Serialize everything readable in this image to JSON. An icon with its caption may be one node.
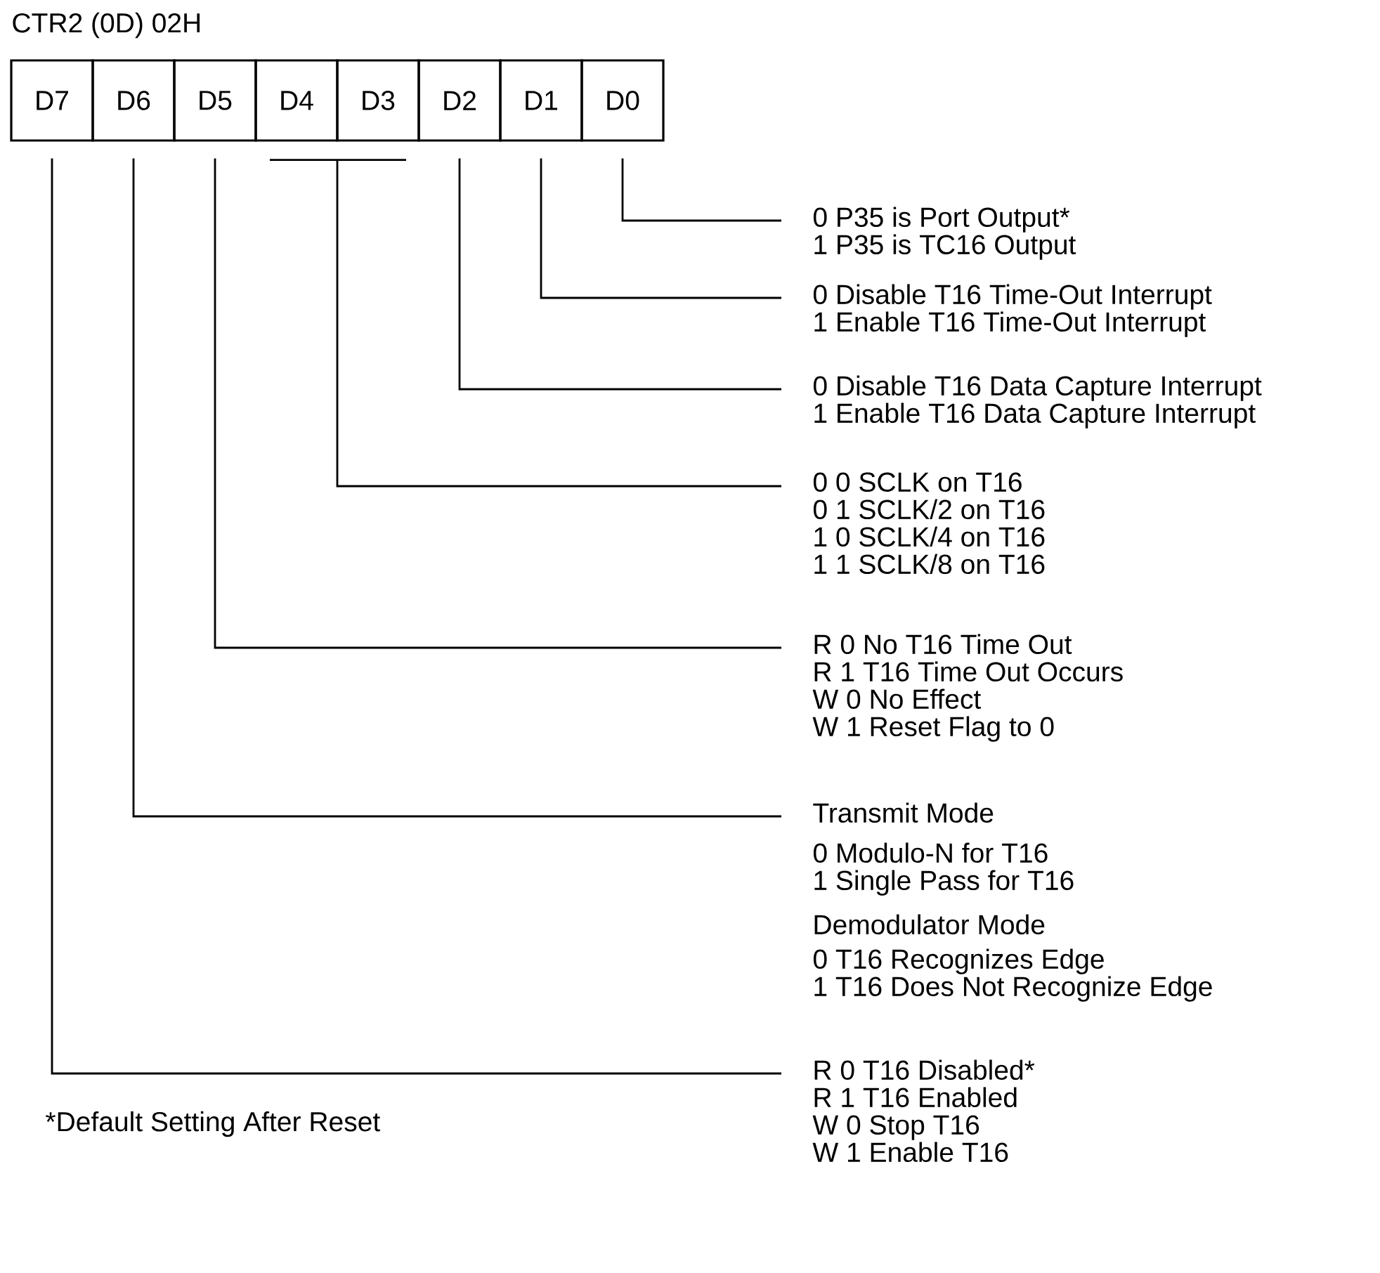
{
  "diagram": {
    "title": "CTR2 (0D) 02H",
    "nodes": [
      {
        "text": [
          "D7"
        ]
      },
      {
        "text": [
          "D6"
        ]
      },
      {
        "text": [
          "D5"
        ]
      },
      {
        "text": [
          "D4"
        ]
      },
      {
        "text": [
          "D3"
        ]
      },
      {
        "text": [
          "D2"
        ]
      },
      {
        "text": [
          "D1"
        ]
      },
      {
        "text": [
          "D0"
        ]
      },
      {
        "text": [
          "0 P35 is Port Output*",
          "1 P35 is TC16 Output"
        ]
      },
      {
        "text": [
          "0 Disable T16 Time-Out Interrupt",
          "1 Enable T16 Time-Out Interrupt"
        ]
      },
      {
        "text": [
          "0 Disable T16 Data Capture Interrupt",
          "1 Enable T16 Data Capture Interrupt"
        ]
      },
      {
        "text": [
          "0 0 SCLK on T16",
          "0 1 SCLK/2 on T16",
          "1 0 SCLK/4 on T16",
          "1 1 SCLK/8 on T16"
        ]
      },
      {
        "text": [
          "R 0 No T16 Time Out",
          "R 1 T16 Time Out Occurs",
          "W 0 No Effect",
          "W 1 Reset Flag to 0"
        ]
      },
      {
        "text": [
          "Transmit Mode",
          "0 Modulo-N for T16",
          "1 Single Pass for T16",
          "Demodulator Mode",
          "0 T16 Recognizes Edge",
          "1 T16 Does Not Recognize Edge"
        ]
      },
      {
        "text": [
          "R 0 T16 Disabled*",
          "R 1 T16 Enabled",
          "W 0 Stop T16",
          "W 1 Enable T16"
        ]
      }
    ],
    "edges": [
      {
        "from": 7,
        "to": 8,
        "arrow": "none"
      },
      {
        "from": 6,
        "to": 9,
        "arrow": "none"
      },
      {
        "from": 5,
        "to": 10,
        "arrow": "none"
      },
      {
        "from": 4,
        "to": 11,
        "arrow": "none"
      },
      {
        "from": 3,
        "to": 11,
        "arrow": "none"
      },
      {
        "from": 2,
        "to": 12,
        "arrow": "none"
      },
      {
        "from": 1,
        "to": 13,
        "arrow": "none"
      },
      {
        "from": 0,
        "to": 14,
        "arrow": "none"
      }
    ],
    "labels": [
      "*Default Setting After Reset"
    ]
  }
}
